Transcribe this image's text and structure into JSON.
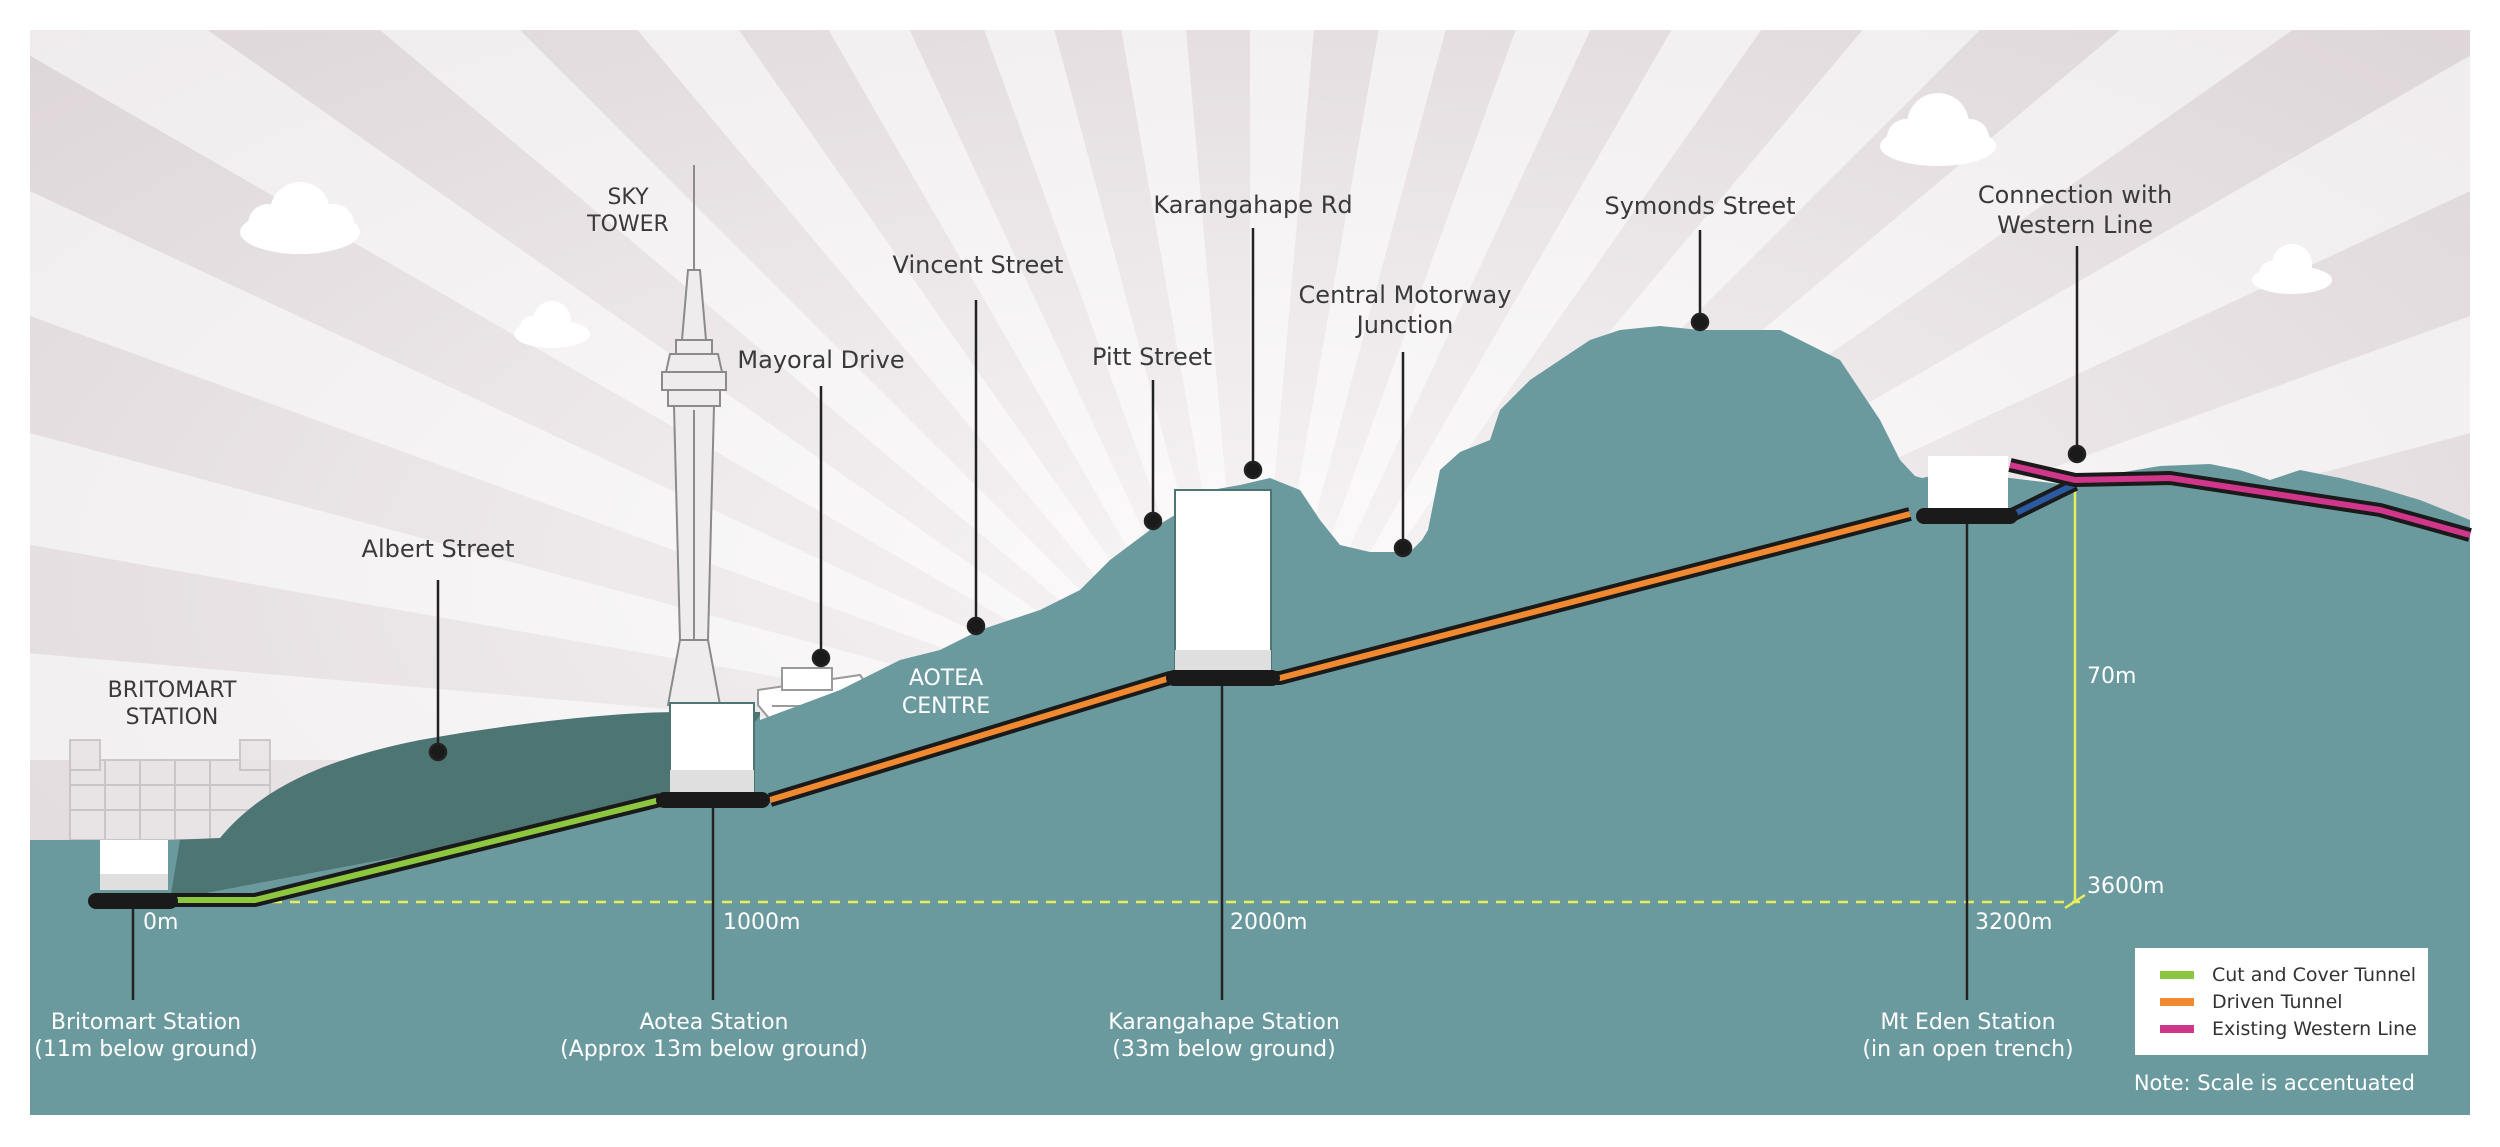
{
  "streets": {
    "albert": "Albert Street",
    "mayoral": "Mayoral Drive",
    "vincent": "Vincent Street",
    "pitt": "Pitt Street",
    "karangahape_rd": "Karangahape Rd",
    "cmj_1": "Central Motorway",
    "cmj_2": "Junction",
    "symonds": "Symonds Street",
    "western_1": "Connection with",
    "western_2": "Western Line"
  },
  "landmarks": {
    "sky_1": "SKY",
    "sky_2": "TOWER",
    "britomart_1": "BRITOMART",
    "britomart_2": "STATION",
    "aotea_1": "AOTEA",
    "aotea_2": "CENTRE"
  },
  "stations": {
    "britomart_name": "Britomart Station",
    "britomart_depth": "(11m below ground)",
    "aotea_name": "Aotea Station",
    "aotea_depth": "(Approx 13m below ground)",
    "karangahape_name": "Karangahape Station",
    "karangahape_depth": "(33m below ground)",
    "mteden_name": "Mt Eden Station",
    "mteden_depth": "(in an open trench)"
  },
  "distances": {
    "d0": "0m",
    "d1000": "1000m",
    "d2000": "2000m",
    "d3200": "3200m",
    "d3600": "3600m",
    "height": "70m"
  },
  "legend": {
    "cut_cover": "Cut and Cover Tunnel",
    "driven": "Driven Tunnel",
    "western": "Existing Western Line"
  },
  "note": "Note: Scale is accentuated",
  "colors": {
    "ground": "#6a9a9e",
    "ground_dark": "#4d7574",
    "cut_cover": "#8dc63f",
    "driven": "#f0892f",
    "western": "#d0368a",
    "connector": "#2c5aa0",
    "dashed": "#e8ee5a",
    "sky": "#e4dde0"
  }
}
